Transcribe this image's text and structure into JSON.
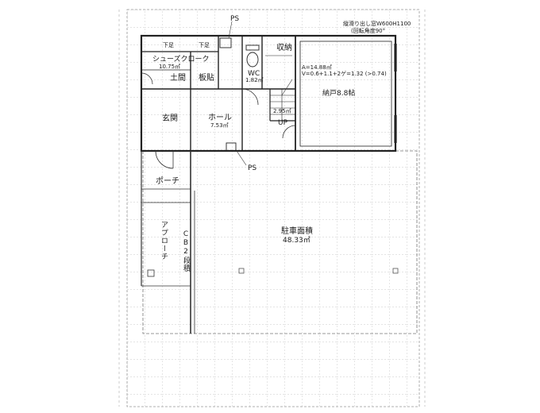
{
  "header": {
    "window_note": "縦滑り出し窓W600H1100",
    "rotation_note": "(回転角度90°"
  },
  "rooms": {
    "shoes_cloak": "シューズクローク",
    "shoes_cloak_area": "10.75㎡",
    "doma": "土間",
    "itabari": "板貼",
    "shimoashi_1": "下足",
    "shimoashi_2": "下足",
    "genkan": "玄関",
    "hall": "ホール",
    "hall_area": "7.53㎡",
    "wc": "WC",
    "wc_area": "1.82㎡",
    "storage": "収納",
    "closet": "納戸8.8帖",
    "stair_area": "2.95㎡",
    "up": "UP",
    "porch": "ポーチ",
    "approach": "アプローチ",
    "cb": "CB2段積",
    "parking": "駐車面積",
    "parking_area": "48.33㎡"
  },
  "notes": {
    "ps_top": "PS",
    "ps_bottom": "PS",
    "calc_area": "A=14.88㎡",
    "calc_ratio": "V=0.6+1.1+2ゲ=1.32 (>0.74)"
  }
}
